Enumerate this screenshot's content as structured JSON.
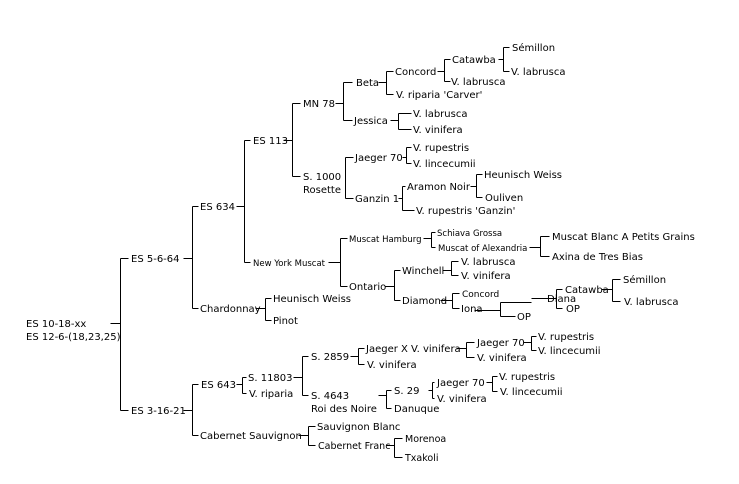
{
  "colors": {
    "background": "#ffffff",
    "ink": "#000000"
  },
  "nodes": {
    "root": [
      "ES 10-18-xx",
      "ES 12-6-(18,23,25)"
    ],
    "es5664": "ES 5-6-64",
    "es31621": "ES 3-16-21",
    "es634": "ES 634",
    "chardonnay": "Chardonnay",
    "es113": "ES 113",
    "nymuscat": "New York Muscat",
    "mn78": "MN 78",
    "s1000": [
      "S. 1000",
      "Rosette"
    ],
    "beta": "Beta",
    "jessica": "Jessica",
    "concord1": "Concord",
    "vriparia_carver": "V. riparia 'Carver'",
    "catawba1": "Catawba",
    "vlabrusca1": "V. labrusca",
    "semillon1": "Sémillon",
    "vlabrusca2": "V. labrusca",
    "vlabrusca3": "V. labrusca",
    "vvinifera1": "V. vinifera",
    "jaeger70a": "Jaeger 70",
    "ganzin1": "Ganzin 1",
    "vrupestris1": "V. rupestris",
    "vlincecumii1": "V. lincecumii",
    "aramonnoir": "Aramon Noir",
    "vrupestris_ganzin": "V. rupestris 'Ganzin'",
    "heunisch1": "Heunisch Weiss",
    "ouliven": "Ouliven",
    "muscathamburg": "Muscat Hamburg",
    "ontario": "Ontario",
    "schiavagrossa": "Schiava Grossa",
    "muscatalexandria": "Muscat of Alexandria",
    "muscatblanc": "Muscat Blanc A Petits Grains",
    "axina": "Axina de Tres Bias",
    "winchell": "Winchell",
    "diamond": "Diamond",
    "vlabrusca4": "V. labrusca",
    "vvinifera2": "V. vinifera",
    "concord2": "Concord",
    "iona": "Iona",
    "diana": "Diana",
    "op1": "OP",
    "catawba2": "Catawba",
    "op2": "OP",
    "semillon2": "Sémillon",
    "vlabrusca5": "V. labrusca",
    "heunisch2": "Heunisch Weiss",
    "pinot": "Pinot",
    "es643": "ES 643",
    "cabsauv": "Cabernet Sauvignon",
    "s11803": "S. 11803",
    "vriparia": "V. riparia",
    "s2859": "S. 2859",
    "s4643": [
      "S. 4643",
      "Roi des Noire"
    ],
    "jaegerxvv": "Jaeger X V. vinifera",
    "vvinifera3": "V. vinifera",
    "jaeger70b": "Jaeger 70",
    "vvinifera4": "V. vinifera",
    "vrupestris2": "V. rupestris",
    "vlincecumii2": "V. lincecumii",
    "s29": "S. 29",
    "danuque": "Danuque",
    "jaeger70c": "Jaeger 70",
    "vvinifera5": "V. vinifera",
    "vrupestris3": "V. rupestris",
    "vlincecumii3": "V. lincecumii",
    "sauvblanc": "Sauvignon Blanc",
    "cabfranc": "Cabernet Franc",
    "morenoa": "Morenoa",
    "txakoli": "Txakoli"
  }
}
